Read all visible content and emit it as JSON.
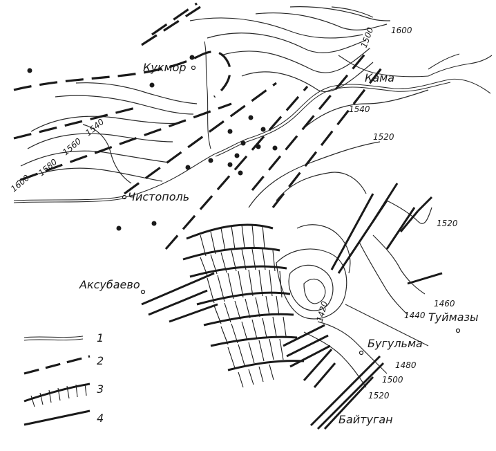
{
  "map": {
    "cities": [
      {
        "id": "kukmor",
        "name": "Кукмор"
      },
      {
        "id": "chistopol",
        "name": "Чистополь"
      },
      {
        "id": "aksubaevo",
        "name": "Аксубаево"
      },
      {
        "id": "tuymazy",
        "name": "Туймазы"
      },
      {
        "id": "bugulma",
        "name": "Бугульма"
      },
      {
        "id": "baytugan",
        "name": "Байтуган"
      }
    ],
    "river_name": "Кама",
    "isolines": [
      "1600",
      "1580",
      "1560",
      "1540",
      "1500",
      "1600",
      "1540",
      "1520",
      "1520",
      "1460",
      "1440",
      "1420",
      "1480",
      "1500",
      "1520"
    ],
    "legend": [
      {
        "number": "1"
      },
      {
        "number": "2"
      },
      {
        "number": "3"
      },
      {
        "number": "4"
      }
    ]
  }
}
